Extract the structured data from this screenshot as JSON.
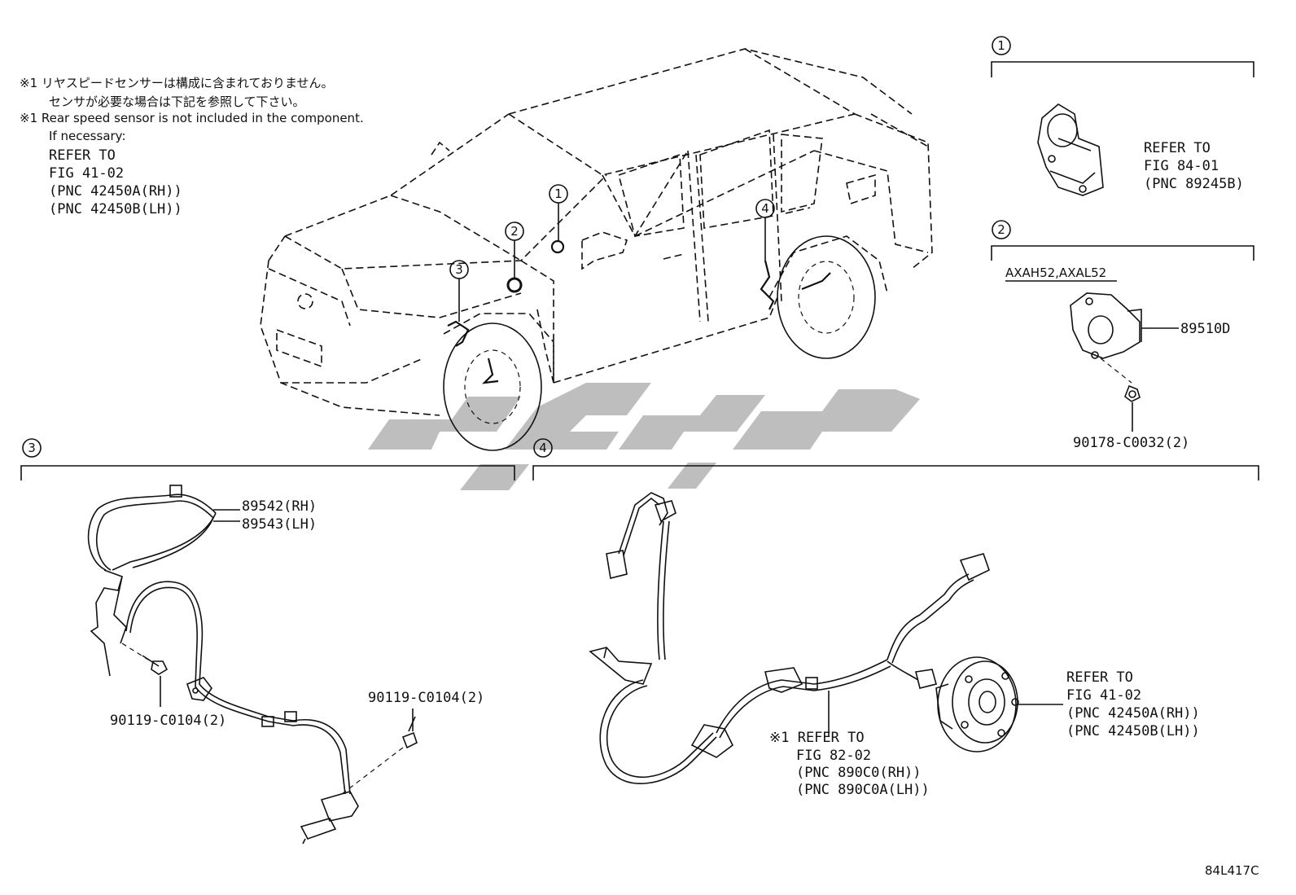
{
  "notes": {
    "jp_line1": "※1 リヤスピードセンサーは構成に含まれておりません。",
    "jp_line2": "センサが必要な場合は下記を参照して下さい。",
    "en_line1": "※1 Rear speed sensor is not included in the component.",
    "en_line2": "If necessary:",
    "ref1": "REFER TO",
    "ref2": "FIG 41-02",
    "ref3": "(PNC 42450A(RH))",
    "ref4": "(PNC 42450B(LH))"
  },
  "callouts": [
    "1",
    "2",
    "3",
    "4"
  ],
  "section1": {
    "refer1": "REFER TO",
    "refer2": "FIG 84-01",
    "refer3": "(PNC 89245B)"
  },
  "section2": {
    "model": "AXAH52,AXAL52",
    "part": "89510D",
    "bolt": "90178-C0032(2)"
  },
  "section3": {
    "part_rh": "89542(RH)",
    "part_lh": "89543(LH)",
    "bolt_a": "90119-C0104(2)",
    "bolt_b": "90119-C0104(2)"
  },
  "section4": {
    "note1": "※1 REFER TO",
    "note2": "FIG 82-02",
    "note3": "(PNC 890C0(RH))",
    "note4": "(PNC 890C0A(LH))",
    "hub1": "REFER TO",
    "hub2": "FIG 41-02",
    "hub3": "(PNC 42450A(RH))",
    "hub4": "(PNC 42450B(LH))"
  },
  "figure_code": "84L417C"
}
